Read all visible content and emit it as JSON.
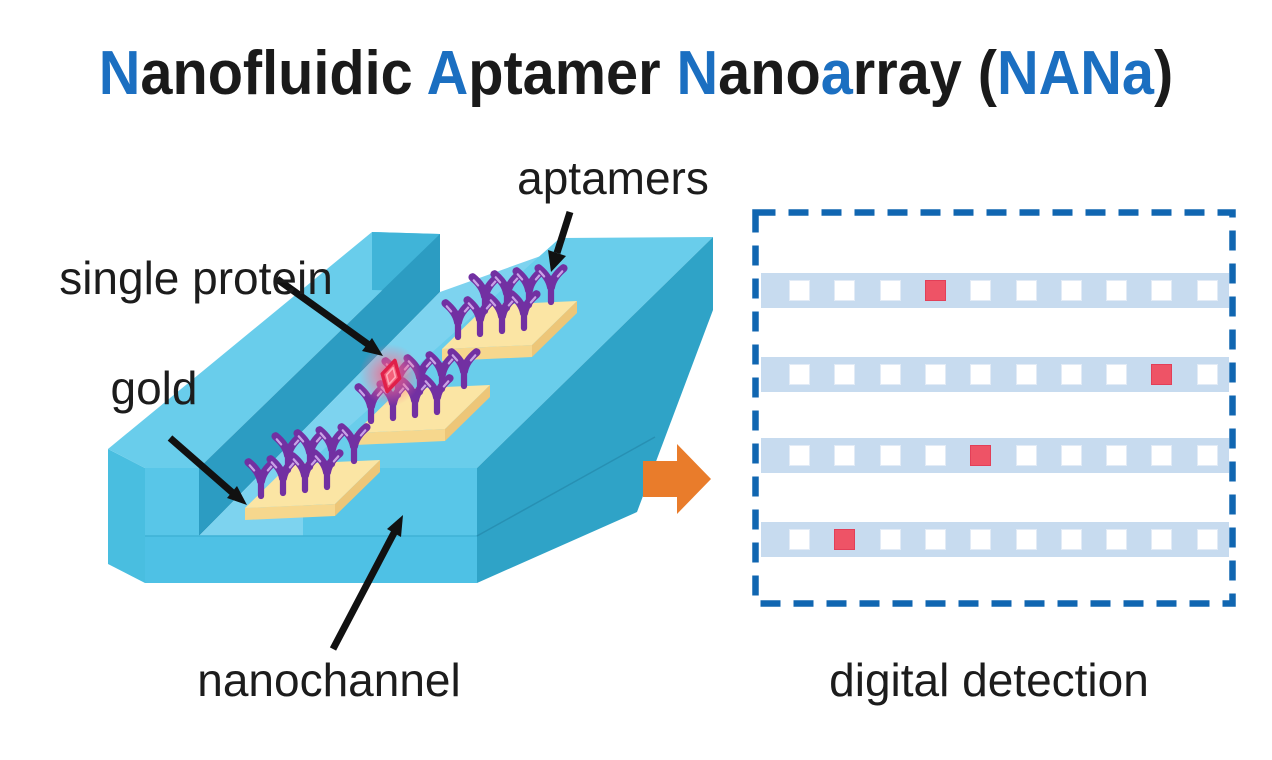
{
  "title": {
    "full_text": "Nanofluidic Aptamer Nanoarray (NANa)",
    "segments": [
      {
        "text": "N",
        "blue": true
      },
      {
        "text": "anofluidic ",
        "blue": false
      },
      {
        "text": "A",
        "blue": true
      },
      {
        "text": "ptamer ",
        "blue": false
      },
      {
        "text": "N",
        "blue": true
      },
      {
        "text": "ano",
        "blue": false
      },
      {
        "text": "a",
        "blue": true
      },
      {
        "text": "rray (",
        "blue": false
      },
      {
        "text": "NANa",
        "blue": true
      },
      {
        "text": ")",
        "blue": false
      }
    ],
    "blue_color": "#1B6FC1",
    "black_color": "#1A1A1A"
  },
  "device": {
    "labels": {
      "aptamers": "aptamers",
      "single_protein": "single protein",
      "gold": "gold",
      "nanochannel": "nanochannel"
    },
    "colors": {
      "channel_body": "#58C6E8",
      "channel_top": "#69CDEB",
      "channel_floor": "#7DD3EF",
      "channel_shadow_wall": "#2C9CC2",
      "gold_pad": "#FBE5A4",
      "aptamer_purple": "#7230A2",
      "protein_red": "#F4607A",
      "protein_glow": "#FF4D75",
      "arrow_black": "#111111",
      "flow_arrow_orange": "#E97C2B"
    },
    "gold_pad_count": 3,
    "aptamers_per_pad": 8
  },
  "detection": {
    "label": "digital detection",
    "rows": 4,
    "sites_per_row": 10,
    "occupied_sites": [
      {
        "row": 1,
        "site": 4
      },
      {
        "row": 2,
        "site": 9
      },
      {
        "row": 3,
        "site": 5
      },
      {
        "row": 4,
        "site": 2
      }
    ],
    "colors": {
      "border_blue": "#1066B1",
      "bar_blue": "#C7DBEF",
      "site_empty": "#FFFFFF",
      "site_occupied": "#EE5366"
    }
  }
}
